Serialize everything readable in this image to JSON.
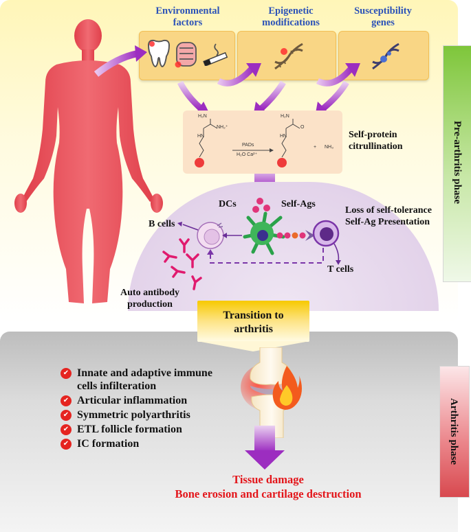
{
  "headers": {
    "environmental": "Environmental\nfactors",
    "epigenetic": "Epigenetic\nmodifications",
    "susceptibility": "Susceptibility\ngenes"
  },
  "chemistry": {
    "reactant_top": "H₂N",
    "reactant_right": "NH₂⁺",
    "reactant_nh": "HN",
    "enzyme": "PADs",
    "cofactors": "H₂O  Ca²⁺",
    "product_top": "H₂N",
    "product_o": "O",
    "product_nh": "HN",
    "plus": "+",
    "byproduct": "NH₃"
  },
  "labels": {
    "citrullination": "Self-protein\ncitrullination",
    "dcs": "DCs",
    "self_ags": "Self-Ags",
    "loss_tolerance": "Loss of self-tolerance\nSelf-Ag Presentation",
    "b_cells": "B cells",
    "t_cells": "T cells",
    "autoantibody": "Auto antibody\nproduction",
    "transition": "Transition to\narthritis"
  },
  "phases": {
    "pre_arthritis": "Pre-arthritis phase",
    "arthritis": "Arthritis phase"
  },
  "bullets": [
    "Innate and adaptive immune\ncells infilteration",
    "Articular inflammation",
    "Symmetric polyarthritis",
    "ETL follicle formation",
    "IC formation"
  ],
  "outcome": {
    "line1": "Tissue damage",
    "line2": "Bone erosion and cartilage destruction"
  },
  "icons": [
    "human-silhouette-icon",
    "tooth-icon",
    "intestine-icon",
    "cigarette-icon",
    "dna-icon",
    "gene-dna-icon",
    "dendritic-cell-icon",
    "b-cell-icon",
    "t-cell-icon",
    "antibody-icon",
    "knee-joint-icon",
    "fire-icon",
    "check-icon"
  ],
  "colors": {
    "header_blue": "#2b52b8",
    "arrow_purple": "#a535c9",
    "body_red": "#e8525c",
    "outcome_red": "#e3151a",
    "antibody_pink": "#e01a6e",
    "pre_phase_green": "#7ec63a",
    "arthritis_phase_red": "#d8494f"
  }
}
